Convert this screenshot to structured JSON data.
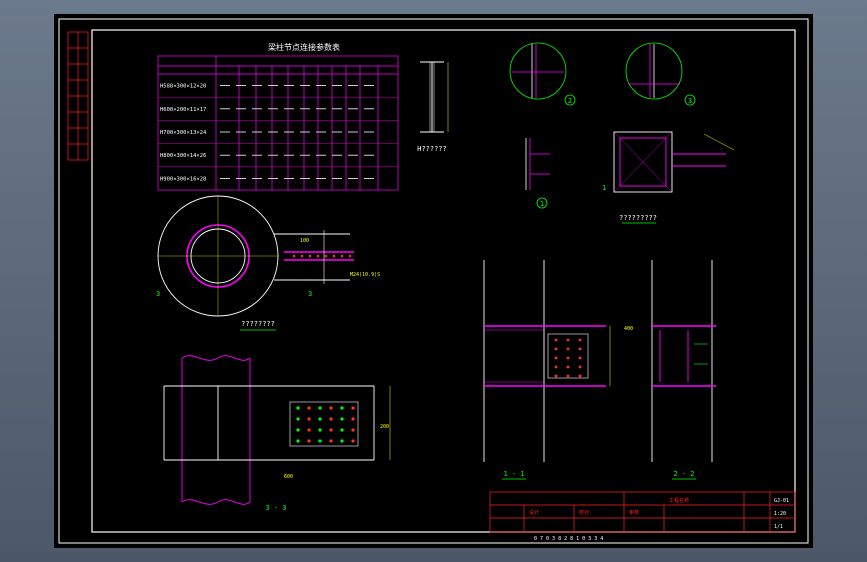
{
  "table": {
    "title": "梁柱节点连接参数表",
    "rows": [
      "H588×300×12×20",
      "H600×200×11×17",
      "H700×300×13×24",
      "H800×300×14×26",
      "H900×300×16×28"
    ]
  },
  "labels": {
    "section_h": "H??????",
    "detail1": "1",
    "detail2": "2",
    "detail3": "3",
    "cut_1": "1",
    "cut_3a": "3",
    "cut_3b": "3",
    "view_top_title": "?????????",
    "view_ring_title": "????????",
    "view_33": "3 - 3",
    "view_11": "1 - 1",
    "view_22": "2 - 2",
    "bolt_note": "M24(10.9)S",
    "dim_600": "600",
    "dim_400": "400",
    "dim_200": "200",
    "dim_100": "100"
  },
  "titleblock": {
    "drawing_no": "GJ-01",
    "scale": "1:20",
    "sheet": "1/1",
    "label_a": "设计",
    "label_b": "校对",
    "label_c": "审核",
    "label_d": "工程名称",
    "bottom_code": "0 7 0 3 8 2 8 1 0 3 3 4"
  },
  "colors": {
    "frame": "#ffffff",
    "table": "#ff00ff",
    "member": "#ff00ff",
    "dim": "#ffff00",
    "detail": "#00ff00",
    "bolt": "#ff3030",
    "stamp": "#ff2020"
  }
}
